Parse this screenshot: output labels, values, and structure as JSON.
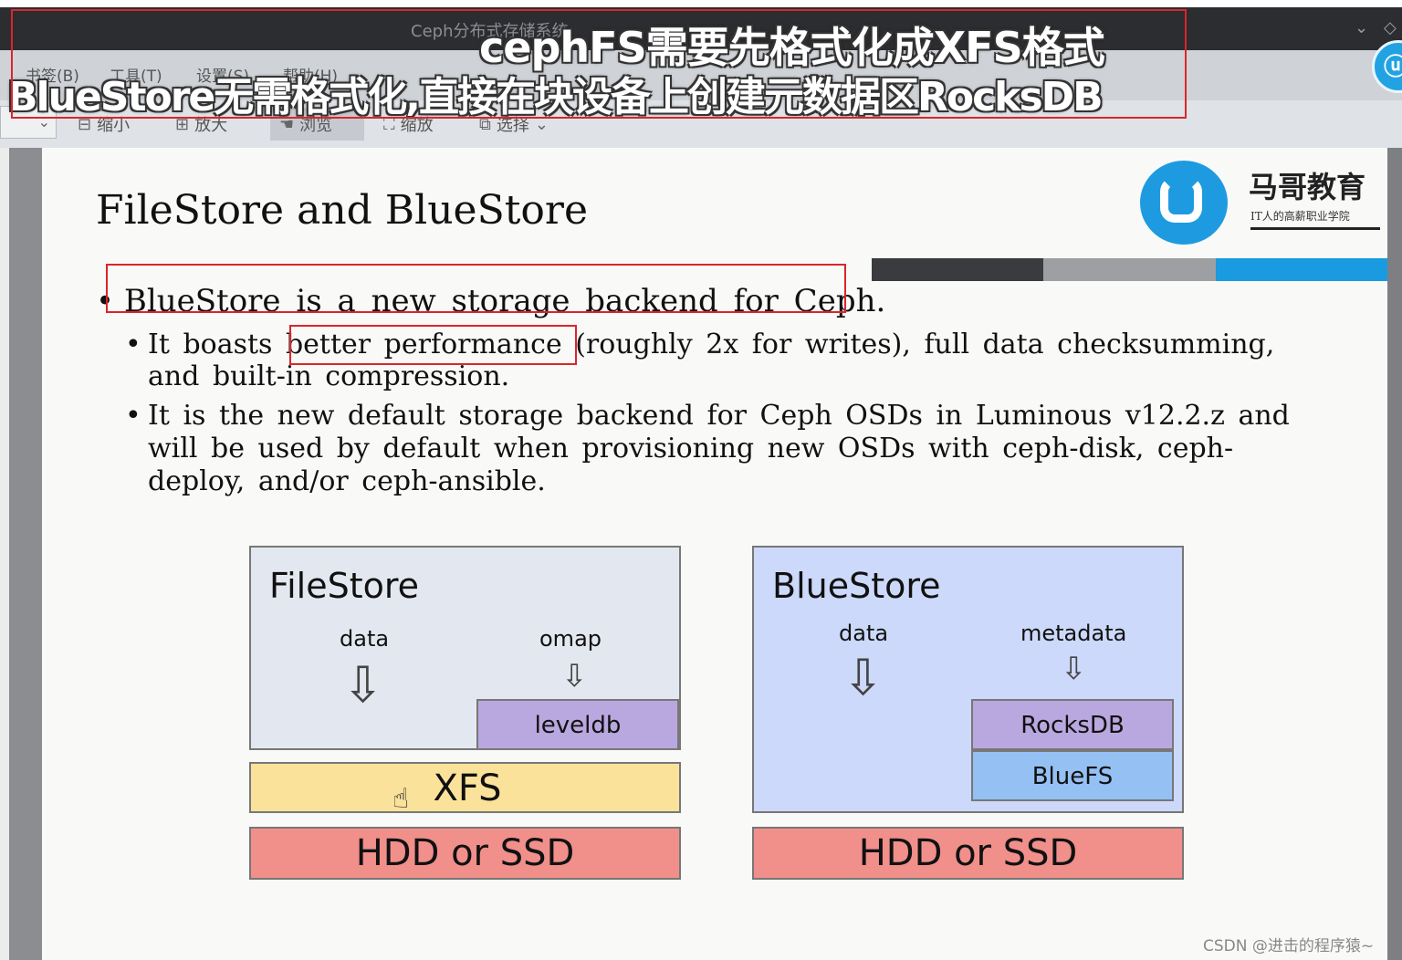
{
  "window": {
    "title": "Ceph分布式存储系统",
    "controls": [
      "⌄",
      "◇"
    ]
  },
  "menubar": {
    "items": [
      "书签(B)",
      "工具(T)",
      "设置(S)",
      "帮助(H)"
    ]
  },
  "toolbar": {
    "zoom_select": "⌄",
    "buttons": [
      {
        "label": "缩小",
        "icon": "zoom-out-icon"
      },
      {
        "label": "放大",
        "icon": "zoom-in-icon"
      },
      {
        "label": "浏览",
        "icon": "hand-icon"
      },
      {
        "label": "缩放",
        "icon": "zoom-tool-icon"
      },
      {
        "label": "选择",
        "icon": "select-icon"
      }
    ],
    "select_caret": "⌄"
  },
  "subtitles": {
    "line1": "cephFS需要先格式化成XFS格式",
    "line2": "BlueStore无需格式化,直接在块设备上创建元数据区RocksDB"
  },
  "slide": {
    "title": "FileStore and BlueStore",
    "logo": {
      "name": "马哥教育",
      "tagline": "IT人的高薪职业学院"
    },
    "bullet1": "BlueStore is a new storage backend for Ceph.",
    "bullet2_a": "It boasts better performance (roughly 2x for writes), full data checksumming, and built-in compression.",
    "bullet3": "It is the new default storage backend for Ceph OSDs in Luminous v12.2.z and will be used by default when provisioning new OSDs with ceph-disk, ceph-deploy, and/or ceph-ansible.",
    "bullet_marker": "•",
    "diagram": {
      "filestore": {
        "title": "FileStore",
        "data": "data",
        "omap": "omap",
        "leveldb": "leveldb",
        "xfs": "XFS",
        "disk": "HDD or SSD"
      },
      "bluestore": {
        "title": "BlueStore",
        "data": "data",
        "metadata": "metadata",
        "rocksdb": "RocksDB",
        "bluefs": "BlueFS",
        "disk": "HDD or SSD"
      },
      "arrow": "⇩"
    }
  },
  "watermark": "CSDN @进击的程序猿~",
  "colors": {
    "highlight": "#d9262b",
    "brand_blue": "#1e9be0"
  }
}
